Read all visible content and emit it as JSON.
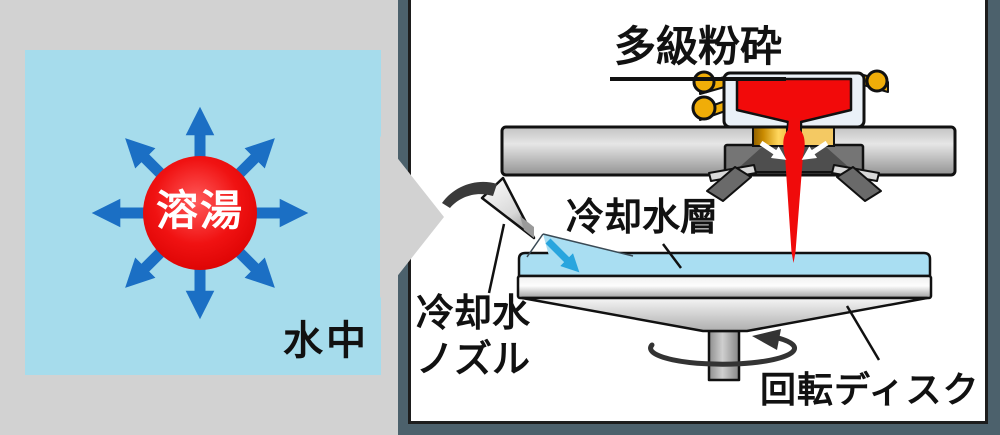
{
  "figure": {
    "left_panel": {
      "droplet_label": "溶湯",
      "caption": "水中"
    },
    "right_panel": {
      "title": "多級粉砕",
      "water_layer_label": "冷却水層",
      "nozzle_label": "冷却水\nノズル",
      "disk_label": "回転ディスク"
    }
  },
  "icons": {
    "connector": "right-chevron-arrow",
    "expansion": "eight-direction-arrows",
    "rotation": "counterclockwise-ellipse-arrow",
    "spray": "diagonal-spray-arrow",
    "nozzle_motion": "curved-swing-arrow",
    "gas_jets": "inward-white-arrows"
  },
  "colors": {
    "background_gray": "#d2d2d2",
    "panel_frame": "#4c616c",
    "water_blue": "#a6dcec",
    "water_layer_blue": "#a9def2",
    "arrow_blue": "#1b6fc4",
    "melt_red": "#f20a0a",
    "coil_gold": "#f0ad08",
    "steel_gray": "#bcbcbc",
    "spray_blue": "#29a5de",
    "ink": "#111111"
  }
}
